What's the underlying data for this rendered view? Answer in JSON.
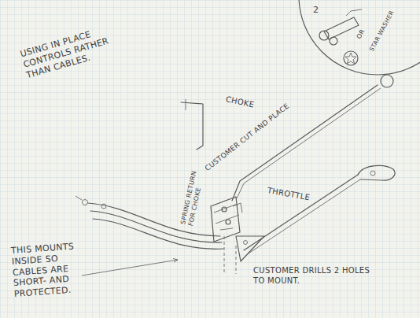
{
  "diagram": {
    "labels": [
      "USING IN PLACE CONTROLS RATHER THAN CABLES.",
      "CHOKE",
      "CUSTOMER CUT AND PLACE",
      "SPRING RETURN FOR CHOKE",
      "THROTTLE",
      "THIS MOUNTS INSIDE SO CABLES ARE SHORT- AND PROTECTED.",
      "CUSTOMER DRILLS 2 HOLES TO MOUNT.",
      "2",
      "OR",
      "STAR WASHER"
    ]
  }
}
